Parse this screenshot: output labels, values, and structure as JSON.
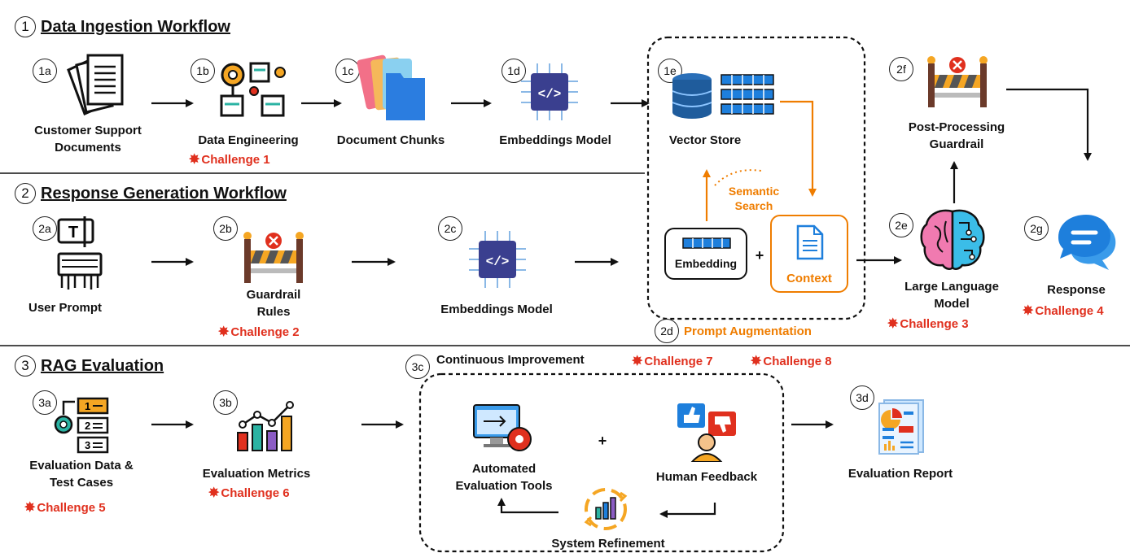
{
  "sections": [
    {
      "num": "1",
      "title": "Data Ingestion Workflow"
    },
    {
      "num": "2",
      "title": "Response Generation Workflow"
    },
    {
      "num": "3",
      "title": "RAG Evaluation"
    }
  ],
  "nodes": {
    "n1a": {
      "tag": "1a",
      "label_l1": "Customer Support",
      "label_l2": "Documents"
    },
    "n1b": {
      "tag": "1b",
      "label": "Data Engineering",
      "challenge": "Challenge 1"
    },
    "n1c": {
      "tag": "1c",
      "label": "Document Chunks"
    },
    "n1d": {
      "tag": "1d",
      "label": "Embeddings Model"
    },
    "n1e": {
      "tag": "1e",
      "label": "Vector Store"
    },
    "n2a": {
      "tag": "2a",
      "label": "User Prompt"
    },
    "n2b": {
      "tag": "2b",
      "label_l1": "Guardrail",
      "label_l2": "Rules",
      "challenge": "Challenge 2"
    },
    "n2c": {
      "tag": "2c",
      "label": "Embeddings Model"
    },
    "n2d": {
      "tag": "2d",
      "label": "Prompt Augmentation",
      "embedding": "Embedding",
      "plus": "+",
      "context": "Context",
      "search_l1": "Semantic",
      "search_l2": "Search"
    },
    "n2e": {
      "tag": "2e",
      "label_l1": "Large Language",
      "label_l2": "Model",
      "challenge": "Challenge 3"
    },
    "n2f": {
      "tag": "2f",
      "label_l1": "Post-Processing",
      "label_l2": "Guardrail"
    },
    "n2g": {
      "tag": "2g",
      "label": "Response",
      "challenge": "Challenge 4"
    },
    "n3a": {
      "tag": "3a",
      "label_l1": "Evaluation Data &",
      "label_l2": "Test Cases",
      "challenge": "Challenge 5"
    },
    "n3b": {
      "tag": "3b",
      "label": "Evaluation Metrics",
      "challenge": "Challenge 6"
    },
    "n3c": {
      "tag": "3c",
      "label": "Continuous Improvement",
      "challenge_a": "Challenge 7",
      "challenge_b": "Challenge 8",
      "tools_l1": "Automated",
      "tools_l2": "Evaluation Tools",
      "plus": "+",
      "feedback": "Human Feedback",
      "refine": "System Refinement"
    },
    "n3d": {
      "tag": "3d",
      "label": "Evaluation Report"
    }
  },
  "colors": {
    "accent": "#ef7d00",
    "challenge": "#e0301e",
    "text": "#111111"
  }
}
